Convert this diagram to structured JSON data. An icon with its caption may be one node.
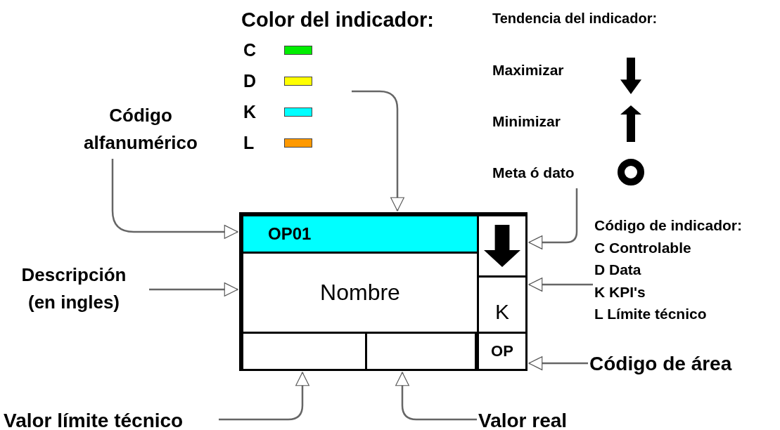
{
  "diagram": {
    "nodes": [
      {
        "text": [],
        "shape": "box"
      },
      {
        "text": [
          "OP01"
        ],
        "in": 0
      },
      {
        "text": [],
        "shape": "box",
        "in": 0
      },
      {
        "text": [
          "Nombre"
        ],
        "in": 0
      },
      {
        "text": [
          "K"
        ],
        "in": 0
      },
      {
        "text": [],
        "shape": "box",
        "in": 0
      },
      {
        "text": [],
        "shape": "box",
        "in": 0
      },
      {
        "text": [
          "OP"
        ],
        "in": 0
      },
      {
        "text": [
          "Código alfanumérico"
        ]
      },
      {
        "text": [
          "Descripción (en ingles)"
        ]
      },
      {
        "text": [
          "Color del indicador:"
        ]
      },
      {
        "text": [
          "Tendencia del indicador:",
          "Maximizar",
          "Minimizar",
          "Meta ó dato"
        ]
      },
      {
        "text": [
          "Código de indicador:",
          "C Controlable",
          "D Data",
          "K KPI's",
          "L Límite técnico"
        ]
      },
      {
        "text": [
          "Código de área"
        ]
      },
      {
        "text": [
          "Valor límite técnico"
        ]
      },
      {
        "text": [
          "Valor real"
        ]
      }
    ],
    "edges": [
      {
        "from": 8,
        "to": 1,
        "arrow": "to"
      },
      {
        "from": 9,
        "to": 3,
        "arrow": "to"
      },
      {
        "from": 10,
        "to": 1,
        "arrow": "to"
      },
      {
        "from": 11,
        "to": 2,
        "arrow": "to"
      },
      {
        "from": 12,
        "to": 4,
        "arrow": "to"
      },
      {
        "from": 13,
        "to": 7,
        "arrow": "to"
      },
      {
        "from": 14,
        "to": 5,
        "arrow": "to"
      },
      {
        "from": 15,
        "to": 6,
        "arrow": "to"
      }
    ],
    "legend": [
      {
        "text": "C",
        "color": "#00ee00"
      },
      {
        "text": "D",
        "color": "#ffff00"
      },
      {
        "text": "K",
        "color": "#00ffff"
      },
      {
        "text": "L",
        "color": "#ff9900"
      }
    ]
  }
}
